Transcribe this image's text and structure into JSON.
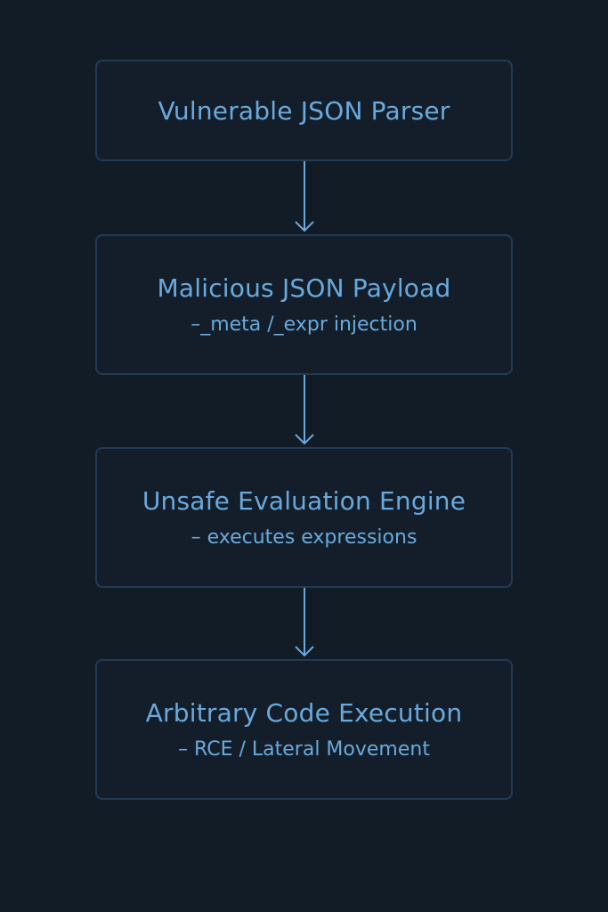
{
  "diagram": {
    "nodes": [
      {
        "title": "Vulnerable JSON Parser",
        "subtitle": ""
      },
      {
        "title": "Malicious JSON Payload",
        "subtitle": "–_meta /_expr injection"
      },
      {
        "title": "Unsafe Evaluation Engine",
        "subtitle": "– executes expressions"
      },
      {
        "title": "Arbitrary Code Execution",
        "subtitle": "– RCE / Lateral Movement"
      }
    ],
    "edges": [
      {
        "from": 0,
        "to": 1
      },
      {
        "from": 1,
        "to": 2
      },
      {
        "from": 2,
        "to": 3
      }
    ],
    "colors": {
      "background": "#121c26",
      "box_border": "#243a52",
      "text": "#6aa9dc",
      "arrow": "#6aa9dc"
    }
  }
}
